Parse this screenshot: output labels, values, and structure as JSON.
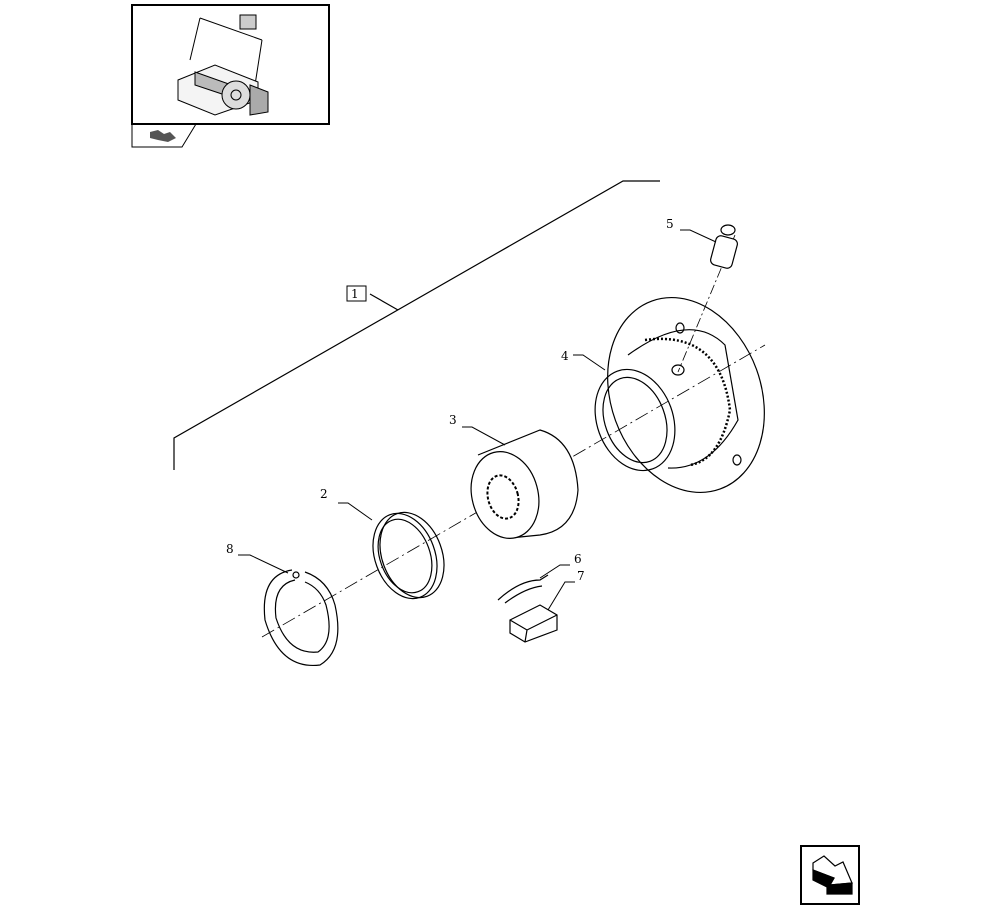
{
  "diagram": {
    "assembly_label": "1",
    "callouts": [
      {
        "id": "2",
        "label": "2"
      },
      {
        "id": "3",
        "label": "3"
      },
      {
        "id": "4",
        "label": "4"
      },
      {
        "id": "5",
        "label": "5"
      },
      {
        "id": "6",
        "label": "6"
      },
      {
        "id": "7",
        "label": "7"
      },
      {
        "id": "8",
        "label": "8"
      }
    ]
  },
  "icons": {
    "thumbnail": "machine-overview-thumbnail",
    "back": "back-arrow-icon",
    "next": "next-page-arrow-icon"
  },
  "colors": {
    "ink": "#000000",
    "bg": "#ffffff",
    "shade": "#555555"
  }
}
